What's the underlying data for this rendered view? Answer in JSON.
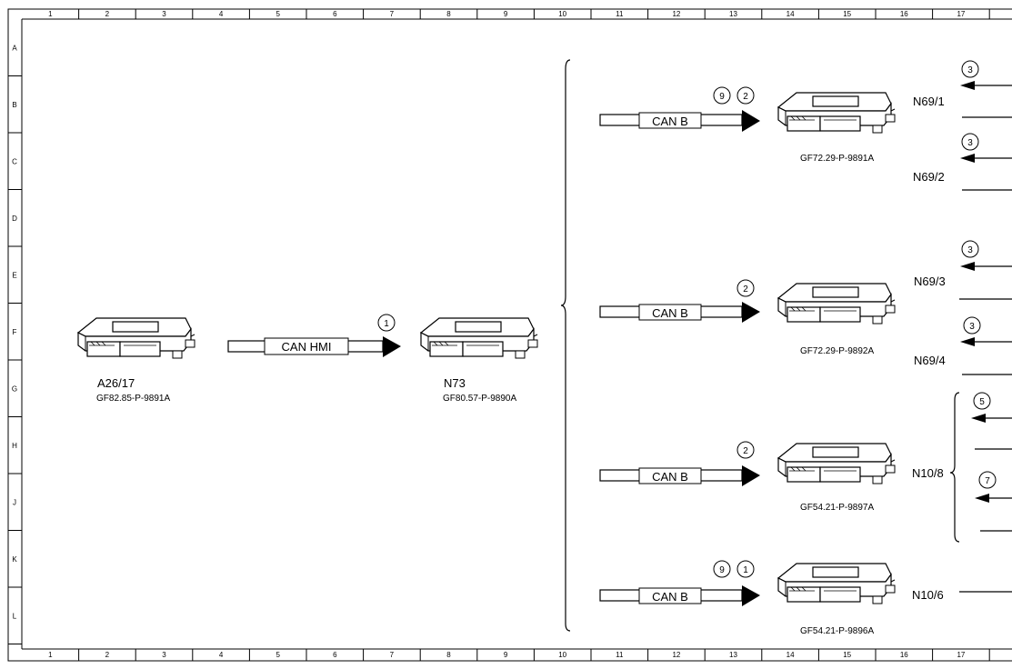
{
  "grid": {
    "columns": [
      "1",
      "2",
      "3",
      "4",
      "5",
      "6",
      "7",
      "8",
      "9",
      "10",
      "11",
      "12",
      "13",
      "14",
      "15",
      "16",
      "17"
    ],
    "rows": [
      "A",
      "B",
      "C",
      "D",
      "E",
      "F",
      "G",
      "H",
      "J",
      "K",
      "L"
    ]
  },
  "units": {
    "a26": {
      "label": "A26/17",
      "code": "GF82.85-P-9891A"
    },
    "n73": {
      "label": "N73",
      "code": "GF80.57-P-9890A"
    },
    "m1": {
      "code": "GF72.29-P-9891A"
    },
    "m2": {
      "code": "GF72.29-P-9892A"
    },
    "m3": {
      "code": "GF54.21-P-9897A"
    },
    "m4": {
      "code": "GF54.21-P-9896A"
    }
  },
  "buses": {
    "hmi": {
      "label": "CAN HMI",
      "ref": "1"
    },
    "b1": {
      "label": "CAN B",
      "refs": [
        "9",
        "2"
      ]
    },
    "b2": {
      "label": "CAN B",
      "refs": [
        "2"
      ]
    },
    "b3": {
      "label": "CAN B",
      "refs": [
        "2"
      ]
    },
    "b4": {
      "label": "CAN B",
      "refs": [
        "9",
        "1"
      ]
    }
  },
  "outputs": {
    "n69_1": {
      "label": "N69/1",
      "ref": "3"
    },
    "n69_2": {
      "label": "N69/2",
      "ref": "3"
    },
    "n69_3": {
      "label": "N69/3",
      "ref": "3"
    },
    "n69_4": {
      "label": "N69/4",
      "ref": "3"
    },
    "n10_8": {
      "label": "N10/8",
      "refs": [
        "5",
        "7"
      ]
    },
    "n10_6": {
      "label": "N10/6"
    }
  }
}
